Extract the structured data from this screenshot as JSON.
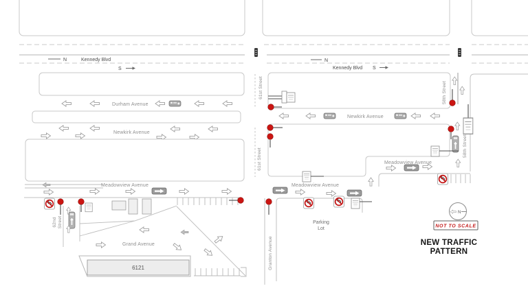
{
  "diagram": {
    "title_line1": "NEW TRAFFIC",
    "title_line2": "PATTERN",
    "scale_note": "NOT TO SCALE",
    "compass_n": "N",
    "building_number": "6121",
    "parking_line1": "Parking",
    "parking_line2": "Lot"
  },
  "kennedy_left": {
    "n": "N",
    "name": "Kennedy Blvd",
    "s": "S"
  },
  "kennedy_right": {
    "n": "N",
    "name": "Kennedy Blvd",
    "s": "S"
  },
  "streets": {
    "durham": "Durham Avenue",
    "newkirk_left": "Newkirk Avenue",
    "newkirk_right": "Newkirk Avenue",
    "meadowview_left": "Meadowview Avenue",
    "meadowview_lower": "Meadowview Avenue",
    "meadowview_upper": "Meadowview Avenue",
    "grand": "Grand Avenue",
    "st61_upper": "61st Street",
    "st61_lower": "61st Street",
    "st58_upper": "58th Street",
    "st58_lower": "58th Street",
    "st62_line1": "62nd",
    "st62_line2": "Street",
    "granton": "Granton Avenue"
  },
  "colors": {
    "signal_red": "#cb1512",
    "sign_red": "#c41414",
    "line_gray": "#c2c2c2",
    "label_gray": "#8f8f8f"
  },
  "icons": {
    "traffic-signal-dot": "red circle on pole",
    "bus-icon": "gray bus pictogram",
    "bus-arrow-icon": "gray bus with white direction arrow",
    "no-turn-sign-icon": "red circle-and-slash turn restriction sign",
    "parking-sign-icon": "white regulatory sign on pole",
    "signal-head-icon": "dark striped traffic signal head",
    "arrow-icon": "white outlined lane direction arrow"
  }
}
